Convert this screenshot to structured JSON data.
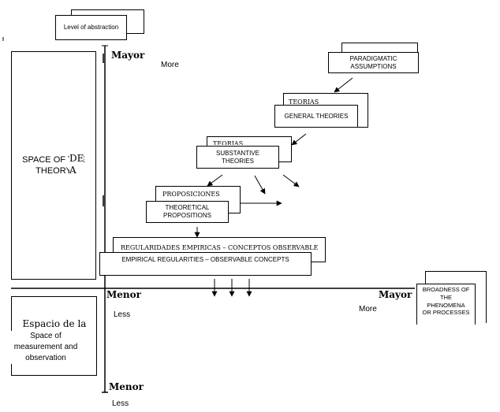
{
  "abstraction_label": "Level of abstraction",
  "vertical_axis": {
    "top_label": "Mayor",
    "top_sub": "More",
    "middle_label": "Menor",
    "middle_sub": "Less",
    "bottom_label": "Menor",
    "bottom_sub": "Less"
  },
  "horizontal_axis": {
    "right_label": "Mayor",
    "right_sub": "More",
    "breadth_label": "BROADNESS OF THE PHENOMENA OR PROCESSES"
  },
  "space_of_theory": {
    "label": "SPACE OF THE THEORY",
    "residual_text": "DE A"
  },
  "space_of_measurement": {
    "residual_title": "Espacio de la",
    "label": "Space of measurement and observation"
  },
  "boxes": {
    "paradigmatic": "PARADIGMATIC ASSUMPTIONS",
    "general_ghost": "TEORÍAS",
    "general": "GENERAL THEORIES",
    "substantive_ghost": "TEORÍAS",
    "substantive": "SUBSTANTIVE THEORIES",
    "propositions_ghost": "PROPOSICIONES",
    "propositions": "THEORETICAL PROPOSITIONS",
    "regularities_ghost": "REGULARIDADES EMPÍRICAS – CONCEPTOS OBSERVABLES",
    "regularities": "EMPIRICAL REGULARITIES – OBSERVABLE CONCEPTS"
  },
  "colors": {
    "line": "#000000",
    "background": "#ffffff"
  }
}
